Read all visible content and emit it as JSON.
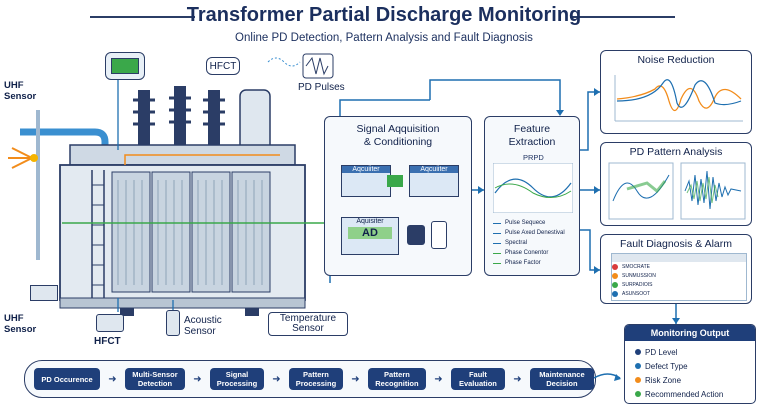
{
  "header": {
    "title": "Transformer Partial Discharge Monitoring",
    "subtitle": "Online PD Detection, Pattern Analysis and Fault Diagnosis"
  },
  "sensors": {
    "uhf_top": "UHF\nSensor",
    "uhf_bottom": "UHF\nSensor",
    "hfct_top": "HFCT",
    "hfct_bottom": "HFCT",
    "acoustic": "Acoustic\nSensor",
    "temperature": "Temperature\nSensor",
    "pd_pulses": "PD Pulses"
  },
  "acquisition": {
    "title": "Signal Aqquisition\n& Conditioning",
    "module1": "Aqcuiiter",
    "module2": "Aqcuiiter",
    "module3": "Aquisiter",
    "ad": "AD"
  },
  "feature": {
    "title": "Feature\nExtraction",
    "chart_label": "PRPD",
    "items": [
      "Pulse Sequece",
      "Pulse Axed Denestival",
      "Spectral",
      "Phase Conentor",
      "Phase Factor"
    ]
  },
  "noise": {
    "title": "Noise Reduction"
  },
  "pattern": {
    "title": "PD Pattern Analysis"
  },
  "fault": {
    "title": "Fault Diagnosis & Alarm",
    "rows": [
      "SMOCRATE",
      "SUNMUSSION",
      "SURPADIOIS",
      "ASUNSOOT"
    ]
  },
  "output": {
    "title": "Monitoring Output",
    "items": [
      "PD Level",
      "Defect Type",
      "Risk Zone",
      "Recommended Action"
    ]
  },
  "workflow": {
    "steps": [
      "PD Occurence",
      "Multi-Sensor\nDetection",
      "Signal\nProcessing",
      "Pattern\nProcessing",
      "Pattern\nRecognition",
      "Fault\nEvaluation",
      "Maintenance\nDecision"
    ]
  },
  "colors": {
    "navy": "#1f3f7a",
    "accent_blue": "#1e6fb0",
    "pipe": "#3a8fd0",
    "green": "#3aa84a"
  }
}
